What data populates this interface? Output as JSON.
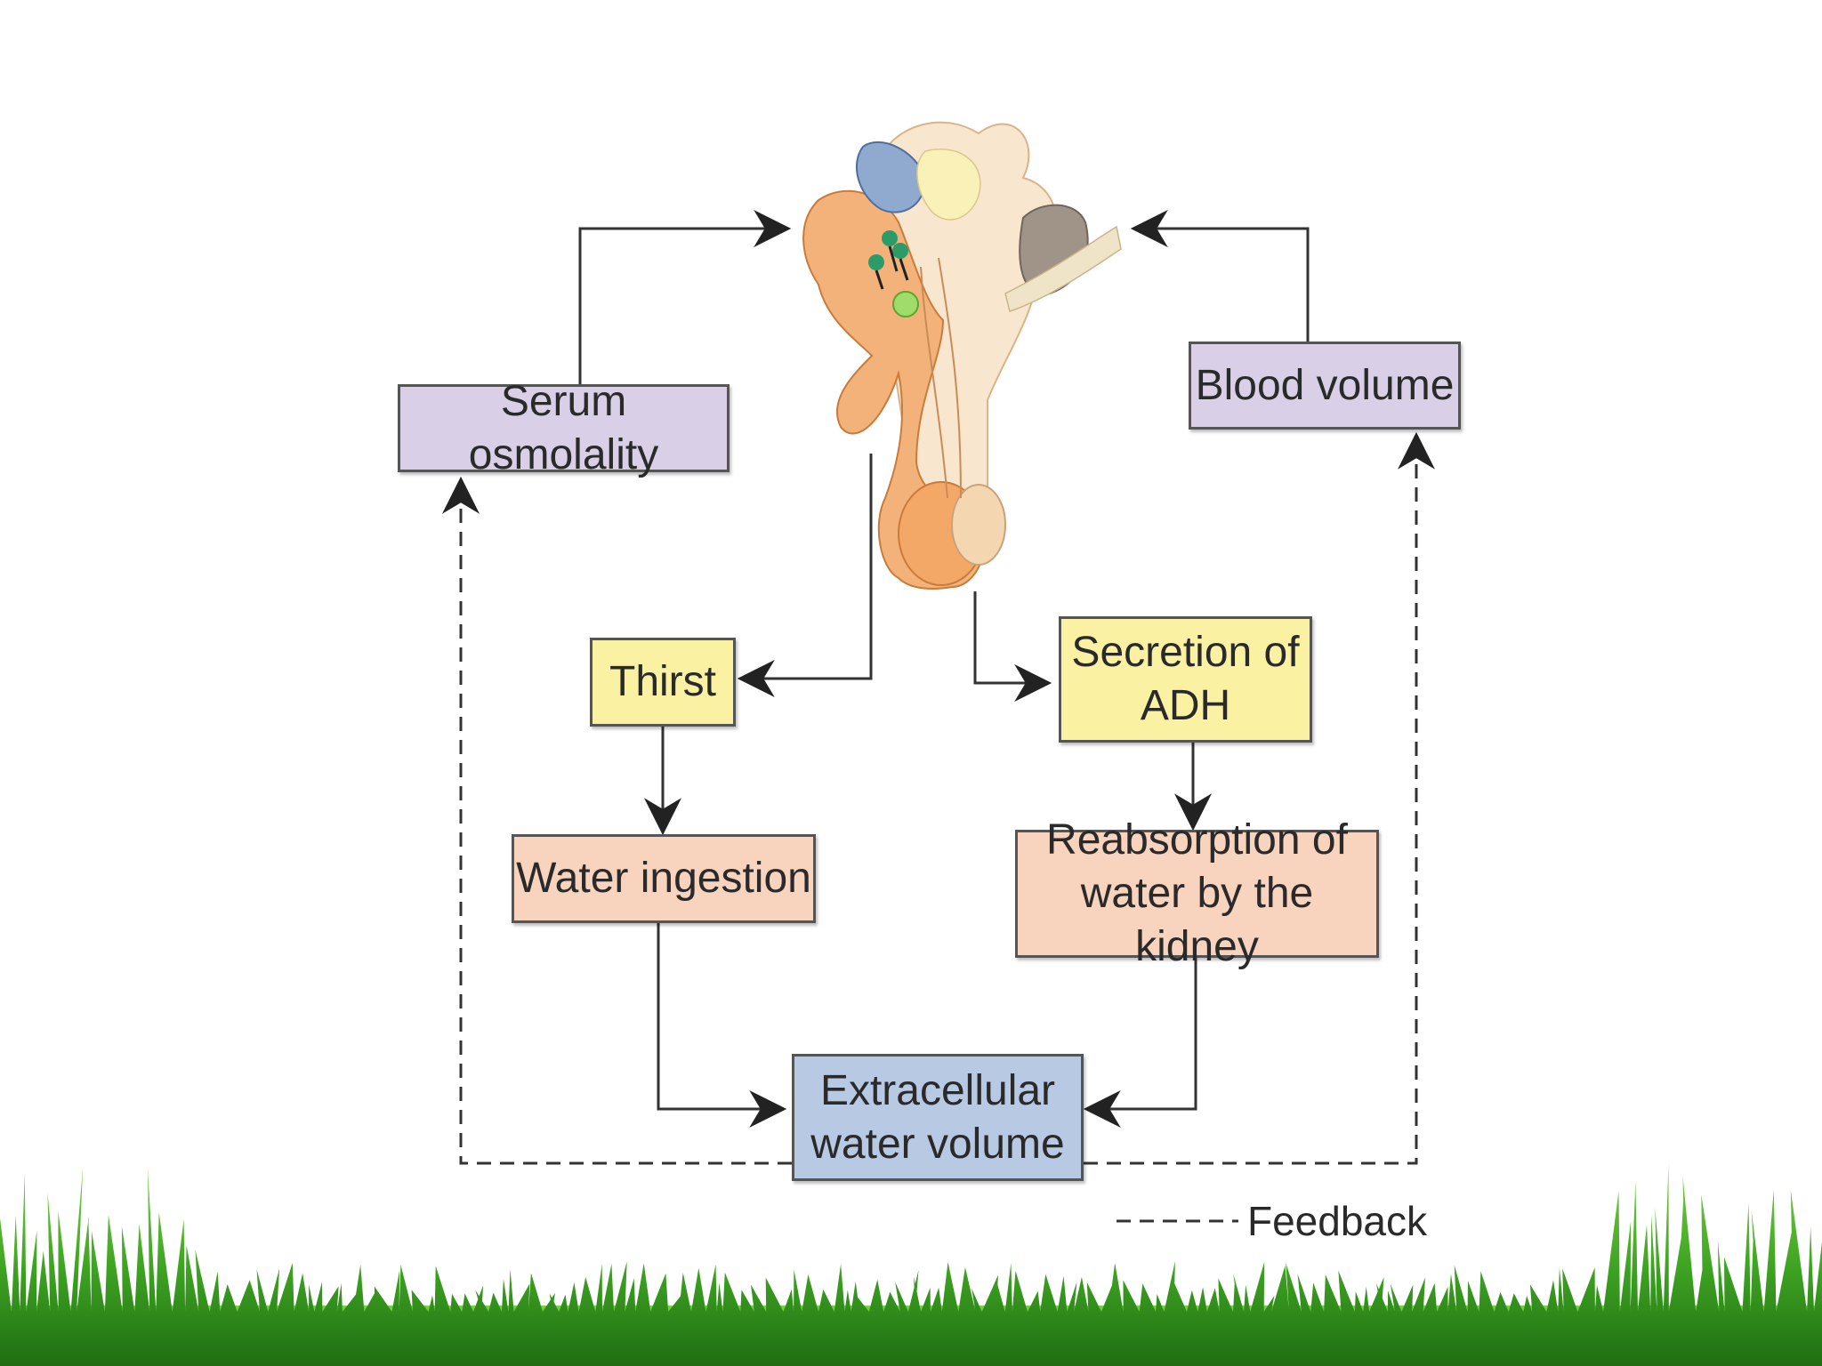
{
  "diagram": {
    "nodes": {
      "serum_osmolality": "Serum osmolality",
      "blood_volume": "Blood volume",
      "thirst": "Thirst",
      "secretion_adh": "Secretion of\nADH",
      "water_ingestion": "Water ingestion",
      "reabsorption": "Reabsorption of\nwater by the kidney",
      "extracellular": "Extracellular\nwater volume"
    },
    "legend": {
      "feedback_label": "Feedback"
    },
    "colors": {
      "purple_box": "#d9d0e8",
      "yellow_box": "#fbf1a3",
      "salmon_box": "#f8d3bd",
      "blue_box": "#b8c9e3",
      "arrow": "#222222",
      "brain_orange": "#f2b27a",
      "grass_green": "#3fa523"
    },
    "illustration": "hypothalamus-pituitary-illustration",
    "decoration": "grass-border"
  }
}
